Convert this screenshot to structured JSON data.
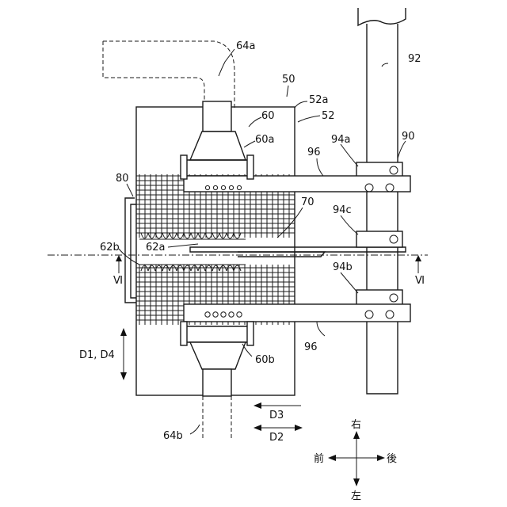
{
  "labels": {
    "l64a": "64a",
    "l50": "50",
    "l52a": "52a",
    "l60": "60",
    "l52": "52",
    "l92": "92",
    "l60a": "60a",
    "l94a": "94a",
    "l90": "90",
    "l96_top": "96",
    "l80": "80",
    "l70": "70",
    "l94c": "94c",
    "l62b": "62b",
    "l62a": "62a",
    "l94b": "94b",
    "lVI_left": "Ⅵ",
    "lVI_right": "Ⅵ",
    "lD1D4": "D1, D4",
    "l96_bottom": "96",
    "l60b": "60b",
    "lD3": "D3",
    "lD2": "D2",
    "l64b": "64b"
  },
  "compass": {
    "up": "右",
    "down": "左",
    "left": "前",
    "right": "後"
  }
}
